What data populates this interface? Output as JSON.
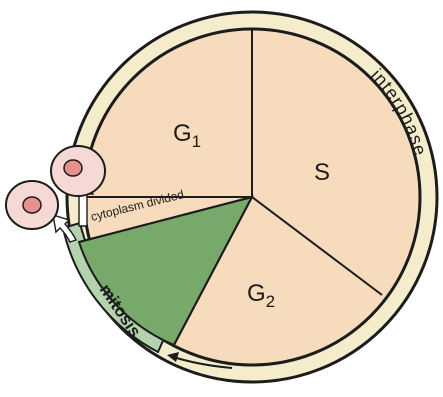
{
  "diagram": {
    "phases": {
      "g1_main": "G",
      "g1_sub": "1",
      "s": "S",
      "g2_main": "G",
      "g2_sub": "2"
    },
    "labels": {
      "cytoplasm": "cytoplasm divided",
      "interphase": "interphase",
      "mitosis": "mitosis"
    },
    "colors": {
      "phase_fill": "#f6dcbc",
      "mitosis_fill": "#76a96a",
      "outer_ring": "#f4eccb",
      "line": "#1c1c1c",
      "mitosis_band": "#b4d2ad",
      "cell_fill": "#f6d9d5",
      "nucleus_fill": "#e98f8d"
    }
  }
}
